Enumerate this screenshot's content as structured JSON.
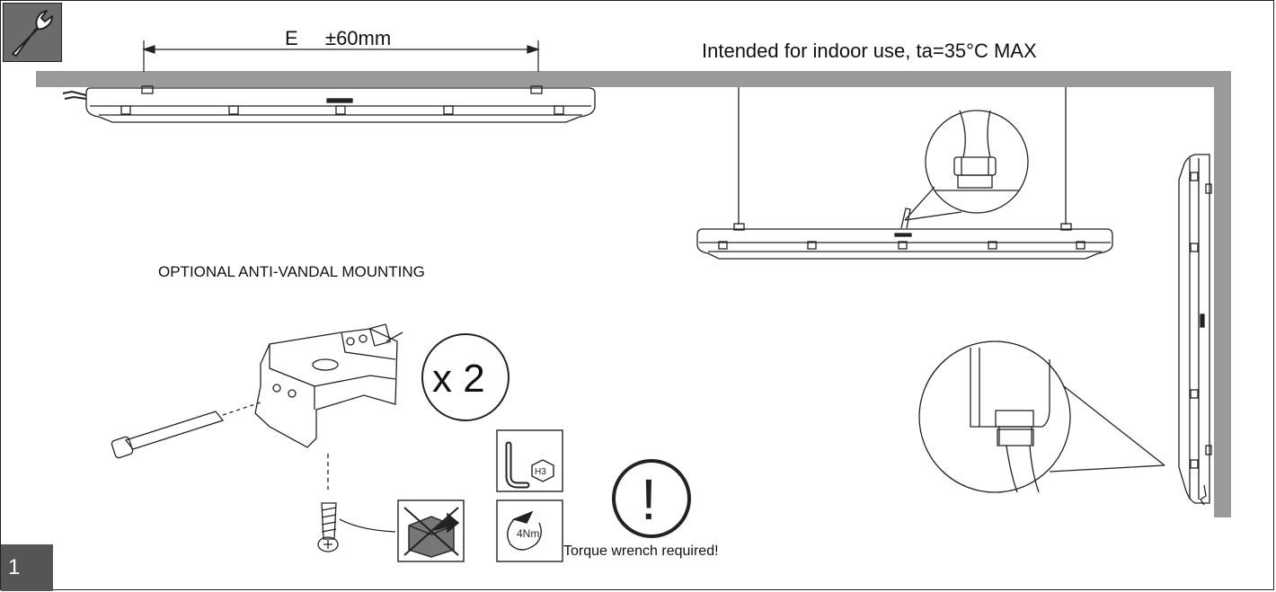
{
  "header": {
    "wrench_icon": "wrench-icon",
    "note": "Intended for indoor use, ta=35°C MAX"
  },
  "dimension": {
    "label": "E",
    "tolerance": "±60mm"
  },
  "optional_mounting": {
    "title": "OPTIONAL ANTI-VANDAL MOUNTING",
    "quantity": "x 2"
  },
  "tools": {
    "hex_key_label": "H3",
    "torque_value": "4Nm",
    "torque_note": "Torque wrench required!",
    "warning_symbol": "!"
  },
  "step": {
    "number": "1"
  },
  "icons": [
    "wrench-icon",
    "hex-key-icon",
    "torque-icon",
    "warning-icon",
    "no-crossed-box-icon",
    "screw-icon",
    "bracket-icon",
    "cable-gland-icon"
  ],
  "colors": {
    "ceiling": "#9a9a9a",
    "step_badge": "#555555",
    "wrench_bg": "#6b6b6b",
    "line": "#222222"
  }
}
